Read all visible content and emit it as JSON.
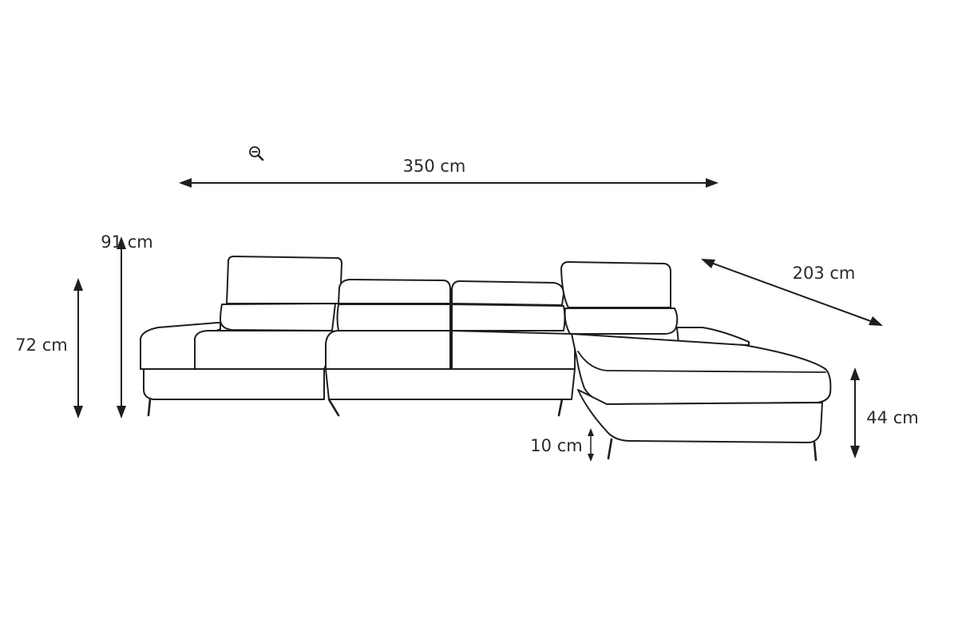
{
  "viewer": {
    "zoom_control_icon": "zoom-out-icon"
  },
  "dimensions": {
    "total_width": "350 cm",
    "chaise_depth": "203 cm",
    "back_height": "91 cm",
    "back_height_lowered": "72 cm",
    "seat_height": "44 cm",
    "leg_height": "10 cm"
  },
  "colors": {
    "line": "#1e1e1e",
    "label": "#2a2a2a",
    "background": "#ffffff"
  }
}
